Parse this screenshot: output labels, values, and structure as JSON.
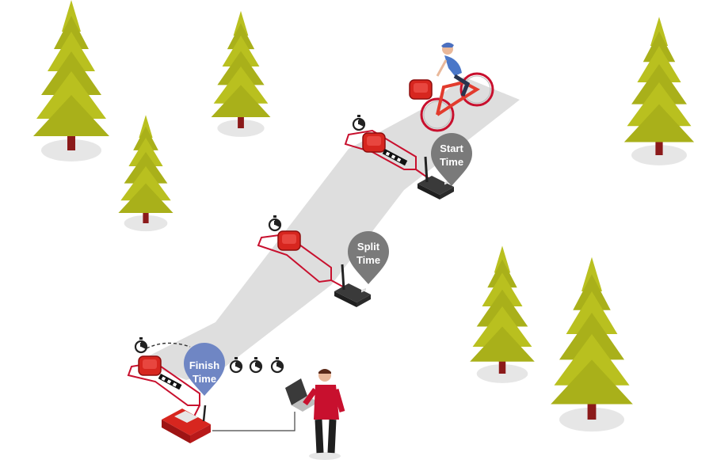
{
  "markers": {
    "start": {
      "line1": "Start",
      "line2": "Time",
      "color": "#7a7a7a"
    },
    "split": {
      "line1": "Split",
      "line2": "Time",
      "color": "#7a7a7a"
    },
    "finish": {
      "line1": "Finish",
      "line2": "Time",
      "color": "#6f86c4"
    }
  },
  "icons": {
    "tree": "pine-tree-icon",
    "stopwatch": "stopwatch-icon",
    "antenna": "antenna-box-icon",
    "loop_sensor": "timing-mat-icon",
    "timer_device": "timer-device-icon",
    "laptop": "laptop-icon",
    "cyclist": "cyclist-icon",
    "person": "operator-icon"
  },
  "colors": {
    "track": "#dedede",
    "loop_wire": "#c8102e",
    "sensor": "#d7261f",
    "tree_foliage": "#b7bf1e",
    "tree_trunk": "#8b1a1a",
    "shadow": "#e6e6e6"
  }
}
